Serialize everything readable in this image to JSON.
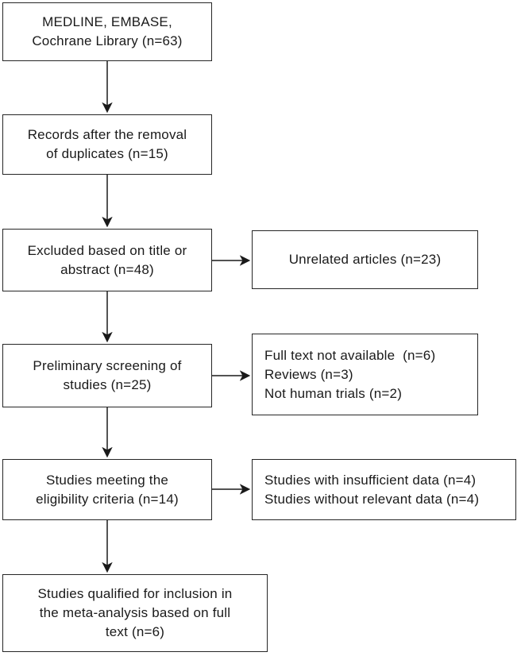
{
  "flowchart": {
    "type": "prisma-flow-diagram",
    "main": [
      {
        "id": "sources",
        "text": "MEDLINE, EMBASE,\nCochrane Library (n=63)"
      },
      {
        "id": "after-deduplication",
        "text": "Records after the removal\nof duplicates (n=15)"
      },
      {
        "id": "excluded-title-abstract",
        "text": "Excluded based on title or\nabstract (n=48)"
      },
      {
        "id": "preliminary-screening",
        "text": "Preliminary screening of\nstudies (n=25)"
      },
      {
        "id": "eligibility-criteria",
        "text": "Studies meeting the\neligibility criteria (n=14)"
      },
      {
        "id": "included-full-text",
        "text": "Studies qualified for inclusion in\nthe meta-analysis based on full\ntext (n=6)"
      }
    ],
    "side": [
      {
        "id": "unrelated-articles",
        "text": "Unrelated articles (n=23)"
      },
      {
        "id": "screening-exclusions",
        "text": "Full text not available  (n=6)\nReviews (n=3)\nNot human trials (n=2)"
      },
      {
        "id": "data-exclusions",
        "text": "Studies with insufficient data (n=4)\nStudies without relevant data (n=4)"
      }
    ],
    "counts": {
      "identified": 63,
      "after_duplicates_removed": 15,
      "excluded_title_abstract": 48,
      "unrelated_articles": 23,
      "preliminary_screening": 25,
      "full_text_not_available": 6,
      "reviews": 3,
      "not_human_trials": 2,
      "meeting_eligibility": 14,
      "insufficient_data": 4,
      "without_relevant_data": 4,
      "qualified_for_inclusion": 6
    },
    "colors": {
      "background": "#ffffff",
      "box_border": "#262626",
      "text": "#1a1a1a",
      "arrow": "#1a1a1a"
    }
  }
}
